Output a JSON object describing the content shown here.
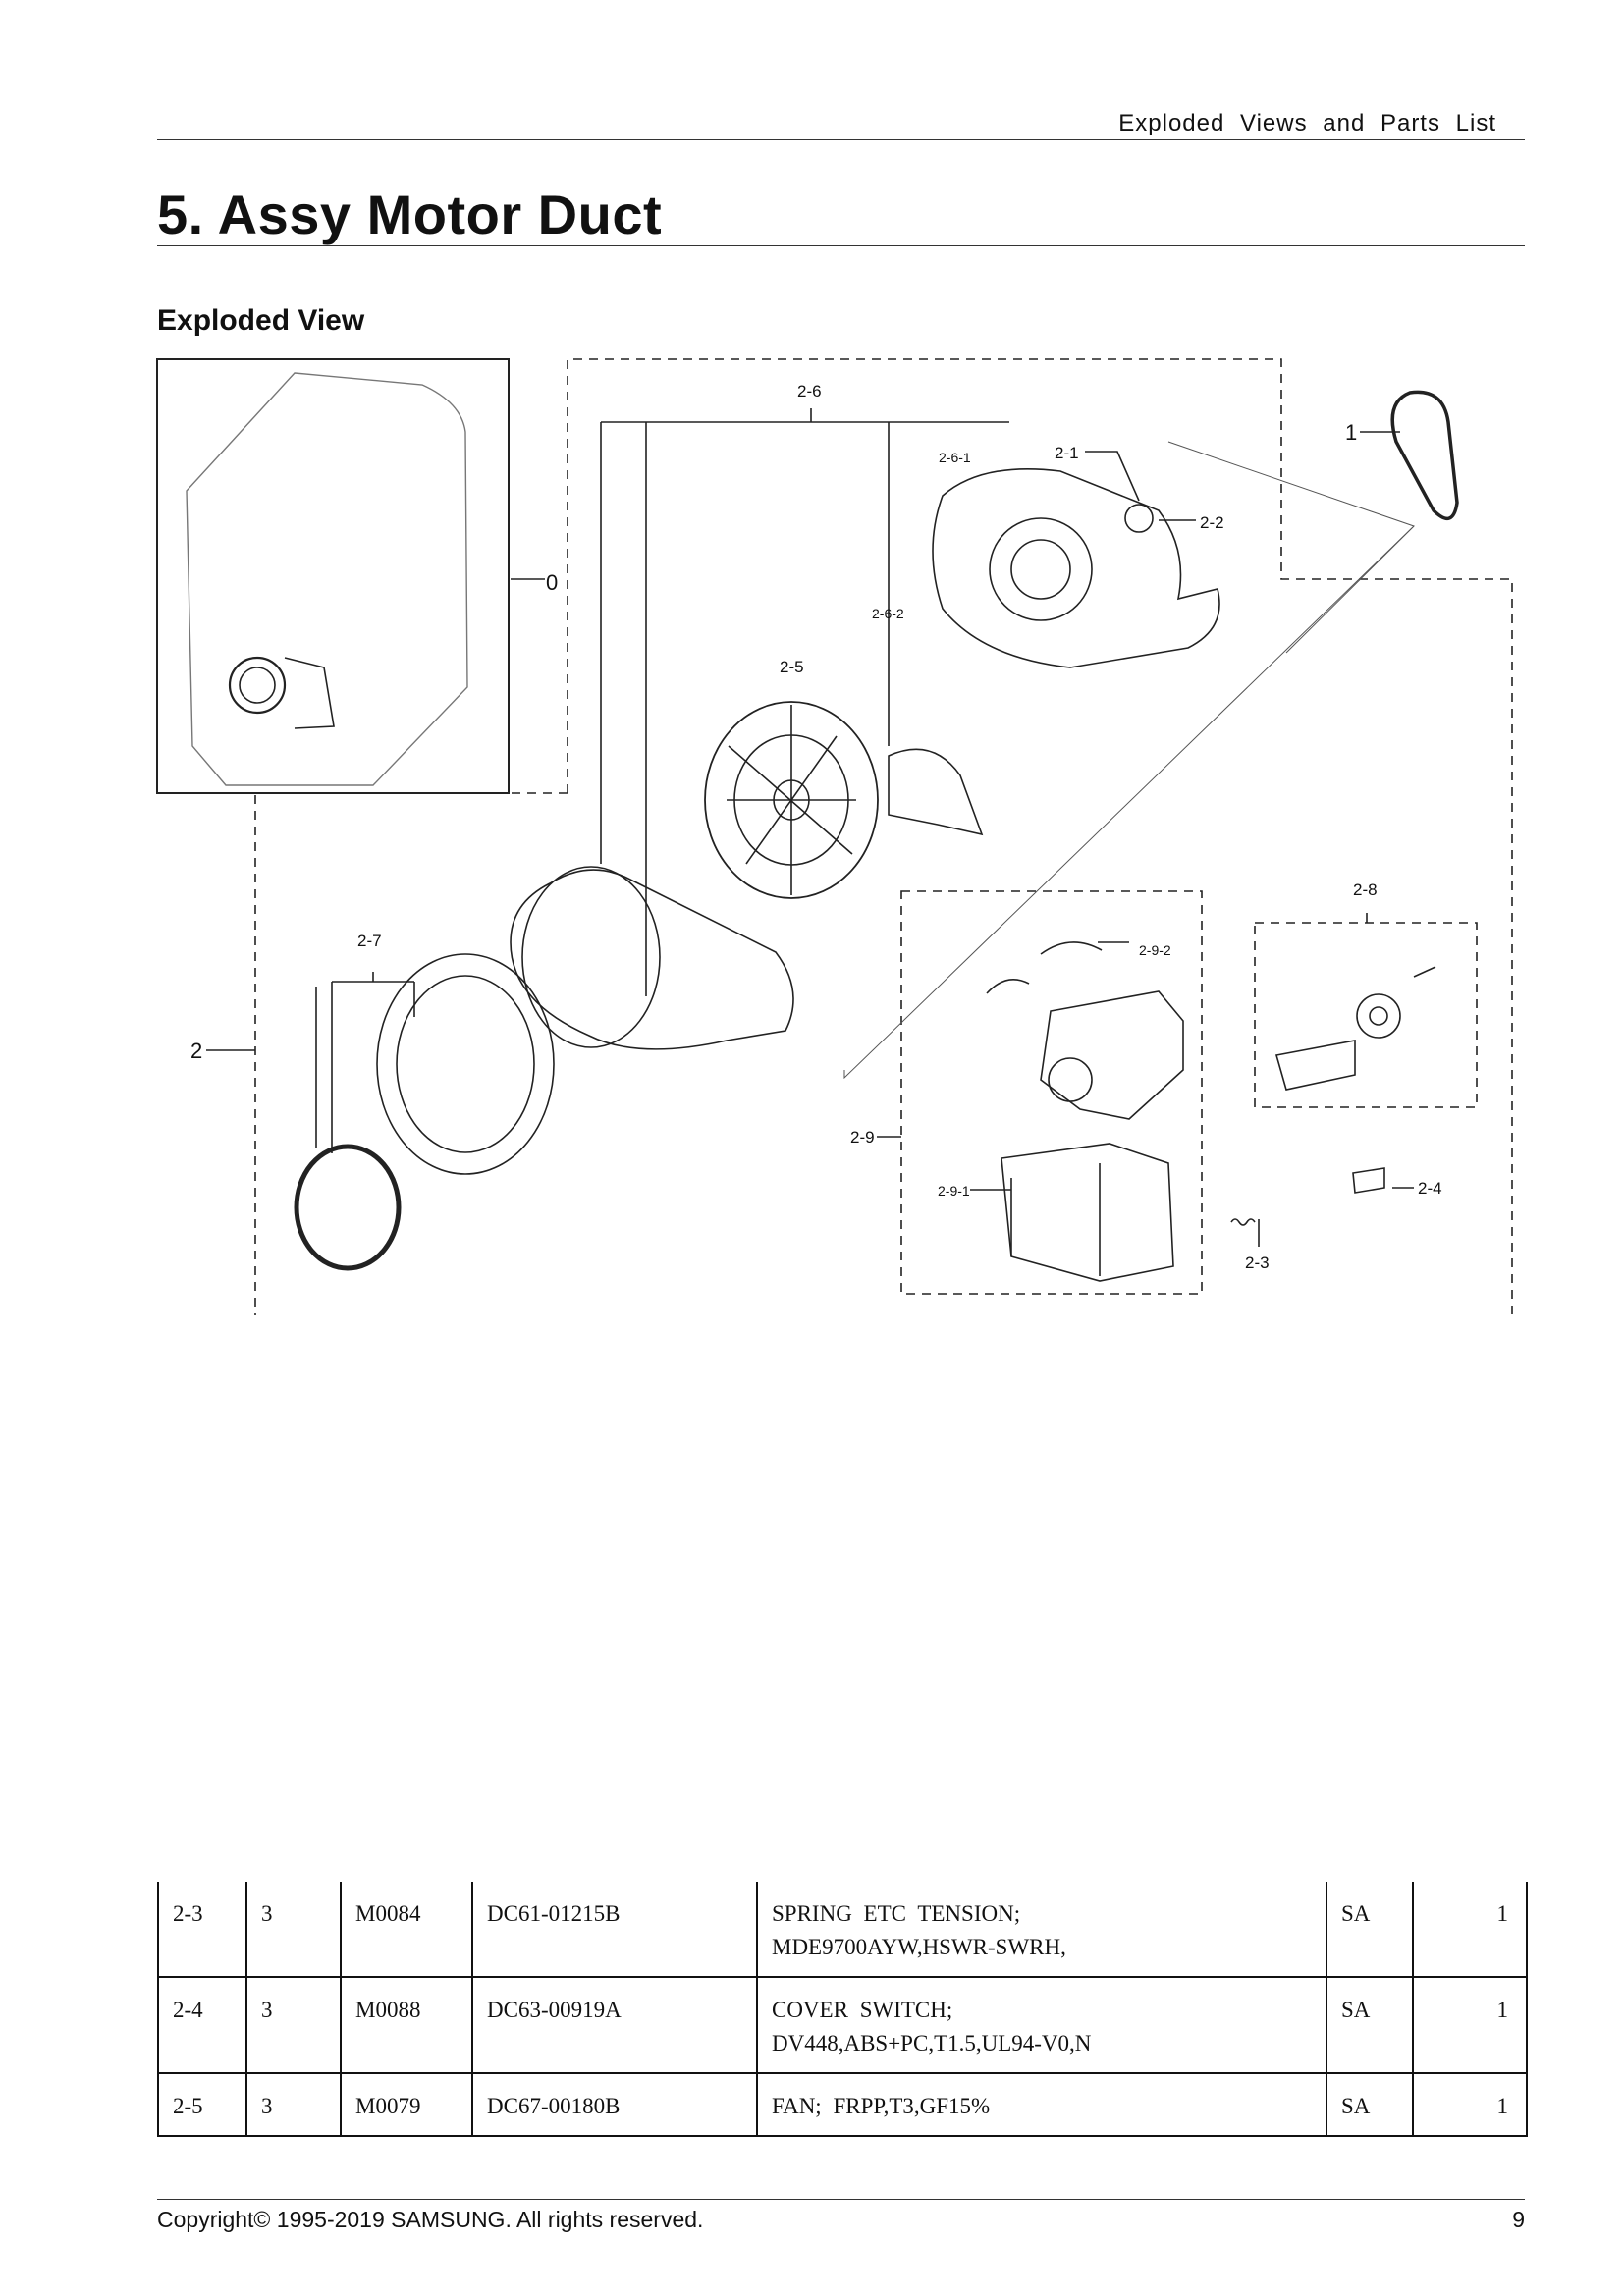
{
  "header": {
    "section_title": "Exploded Views and Parts List"
  },
  "title": "5.  Assy Motor Duct",
  "section_heading": "Exploded View",
  "diagram": {
    "callouts": {
      "c0": "0",
      "c1": "1",
      "c2": "2",
      "c2_1": "2-1",
      "c2_2": "2-2",
      "c2_3": "2-3",
      "c2_4": "2-4",
      "c2_5": "2-5",
      "c2_6": "2-6",
      "c2_6_1": "2-6-1",
      "c2_6_2": "2-6-2",
      "c2_7": "2-7",
      "c2_8": "2-8",
      "c2_9": "2-9",
      "c2_9_1": "2-9-1",
      "c2_9_2": "2-9-2"
    }
  },
  "parts_table": {
    "rows": [
      {
        "no": "2-3",
        "level": "3",
        "code": "M0084",
        "part_no": "DC61-01215B",
        "desc": [
          "SPRING  ETC  TENSION;",
          "MDE9700AYW,HSWR-SWRH,"
        ],
        "status": "SA",
        "qty": "1"
      },
      {
        "no": "2-4",
        "level": "3",
        "code": "M0088",
        "part_no": "DC63-00919A",
        "desc": [
          "COVER  SWITCH;",
          "DV448,ABS+PC,T1.5,UL94-V0,N"
        ],
        "status": "SA",
        "qty": "1"
      },
      {
        "no": "2-5",
        "level": "3",
        "code": "M0079",
        "part_no": "DC67-00180B",
        "desc": [
          "FAN; FRPP,T3,GF15%"
        ],
        "status": "SA",
        "qty": "1"
      }
    ]
  },
  "footer": {
    "copyright": "Copyright© 1995-2019 SAMSUNG. All rights reserved.",
    "page_number": "9"
  }
}
